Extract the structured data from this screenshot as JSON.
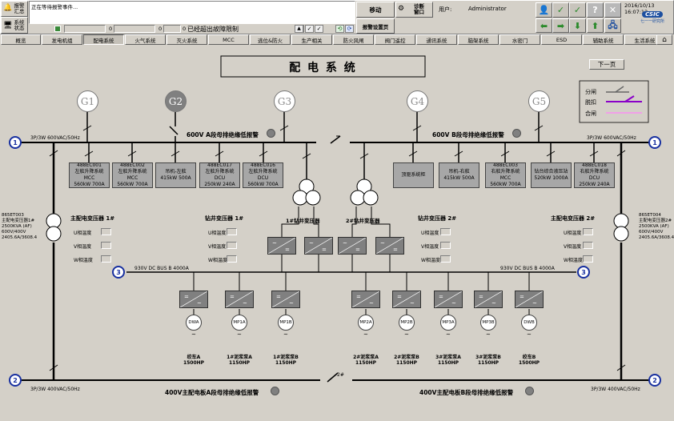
{
  "header": {
    "alarm_summary_label": "报警\n汇总",
    "system_status_label": "系统\n状态",
    "alarm_message": "正在等待报警事件...",
    "counter1": "0",
    "counter2": "0",
    "counter3": "0",
    "fault_limit_text": "已经超出故障限制",
    "move_button": "移动",
    "diagnose_button": "诊断\n窗口",
    "alarm_settings_button": "报警设置页",
    "user_label": "用户:",
    "user_name": "Administrator",
    "datetime": "2016/10/13 16:07:13",
    "logo_text": "CSIC",
    "logo_sub": "七一一研究所"
  },
  "tabs": [
    "概览",
    "发电机组",
    "配电系统",
    "火气系统",
    "灭火系统",
    "MCC",
    "逃位&防火",
    "生产相关",
    "防火风闸",
    "阀门遥控",
    "通讯系统",
    "脑架系统",
    "水密门",
    "ESD",
    "辅助系统",
    "生活系统"
  ],
  "main": {
    "title": "配 电 系 统",
    "next_page": "下一页",
    "legend": {
      "open": "分闸",
      "release": "脱扣",
      "close": "合闸"
    },
    "generators": [
      "G1",
      "G2",
      "G3",
      "G4",
      "G5"
    ],
    "warning_600a": "600V A段母排绝缘低报警",
    "warning_600b": "600V B段母排绝缘低报警",
    "warning_400a": "400V主配电板A段母排绝缘低报警",
    "warning_400b": "400V主配电板B段母排绝缘低报警",
    "bus_3p_600_left": "3P/3W 600VAC/50Hz",
    "bus_3p_600_right": "3P/3W 600VAC/50Hz",
    "bus_3p_400_left": "3P/3W 400VAC/50Hz",
    "bus_3p_400_right": "3P/3W 400VAC/50Hz",
    "dc_bus_left": "930V DC BUS B 4000A",
    "dc_bus_right": "930V DC BUS B 4000A",
    "switch_label": "2#",
    "left_transformer": {
      "id": "865ET003",
      "name": "主配电变压器1#",
      "rating": "2500KVA (AF)",
      "volt": "600V/400V",
      "amps": "2405.6A/3608.4"
    },
    "right_transformer": {
      "id": "865ET004",
      "name": "主配电变压器2#",
      "rating": "2500KVA (AF)",
      "volt": "600V/400V",
      "amps": "2405.6A/3608.4"
    },
    "main_tr1_label": "主配电变压器  1#",
    "main_tr2_label": "主配电变压器  2#",
    "drill_tr1_label": "钻井变压器  1#",
    "drill_tr2_label": "钻井变压器  2#",
    "drill_tr1_sym": "1#钻井变压器",
    "drill_tr2_sym": "2#钻井变压器",
    "temp_u": "U相温度",
    "temp_v": "V相温度",
    "temp_w": "W相温度",
    "cabinets_left": [
      {
        "l1": "488EC001",
        "l2": "左舷升降系统MCC",
        "l3": "560kW    700A"
      },
      {
        "l1": "488EC002",
        "l2": "左舷升降系统MCC",
        "l3": "560kW    700A"
      },
      {
        "l1": "吊机-左舷",
        "l2": "415kW  500A",
        "l3": ""
      },
      {
        "l1": "488EC017",
        "l2": "左舷升降系统DCU",
        "l3": "250kW    240A"
      },
      {
        "l1": "488EC016",
        "l2": "左舷升降系统DCU",
        "l3": "560kW    700A"
      }
    ],
    "cabinets_right": [
      {
        "l1": "顶驱系统柜",
        "l2": "",
        "l3": ""
      },
      {
        "l1": "吊机-右舷",
        "l2": "415kW  500A",
        "l3": ""
      },
      {
        "l1": "488EC003",
        "l2": "右舷升降系统MCC",
        "l3": "560kW    700A"
      },
      {
        "l1": "钻台综合液压站",
        "l2": "520kW    1000A",
        "l3": ""
      },
      {
        "l1": "488EC018",
        "l2": "右舷升降系统DCU",
        "l3": "250kW    240A"
      }
    ],
    "motors": [
      {
        "id": "DWA",
        "name": "绞车A",
        "hp": "1500HP"
      },
      {
        "id": "MP1A",
        "name": "1#泥浆泵A",
        "hp": "1150HP"
      },
      {
        "id": "MP1B",
        "name": "1#泥浆泵B",
        "hp": "1150HP"
      },
      {
        "id": "MP2A",
        "name": "2#泥浆泵A",
        "hp": "1150HP"
      },
      {
        "id": "MP2B",
        "name": "2#泥浆泵B",
        "hp": "1150HP"
      },
      {
        "id": "MP3A",
        "name": "3#泥浆泵A",
        "hp": "1150HP"
      },
      {
        "id": "MP3B",
        "name": "3#泥浆泵B",
        "hp": "1150HP"
      },
      {
        "id": "DWB",
        "name": "绞车B",
        "hp": "1500HP"
      }
    ],
    "bus_numbers": [
      "1",
      "1",
      "2",
      "2",
      "3",
      "3"
    ]
  }
}
